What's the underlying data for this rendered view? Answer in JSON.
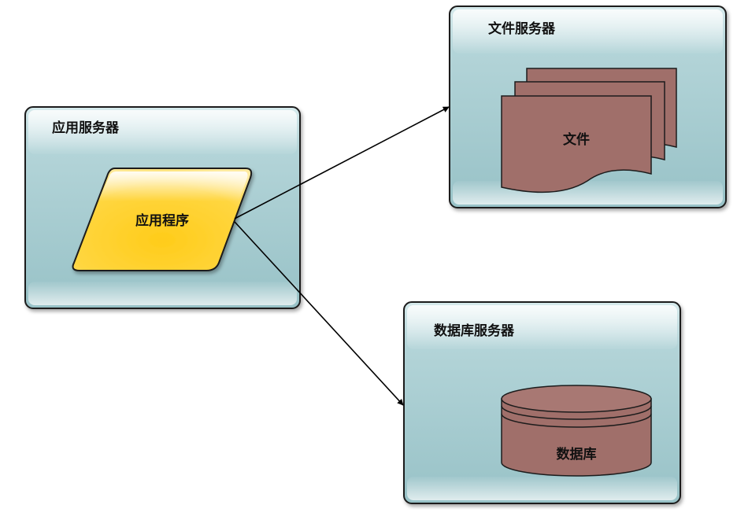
{
  "diagram": {
    "app_server": {
      "title": "应用服务器",
      "program_label": "应用程序"
    },
    "file_server": {
      "title": "文件服务器",
      "file_label": "文件"
    },
    "db_server": {
      "title": "数据库服务器",
      "db_label": "数据库"
    },
    "colors": {
      "server_fill": "#a9cdd2",
      "server_stroke": "#1c1c1c",
      "program_fill": "#ffd23a",
      "document_fill": "#a06f6a",
      "arrow": "#000000"
    }
  }
}
